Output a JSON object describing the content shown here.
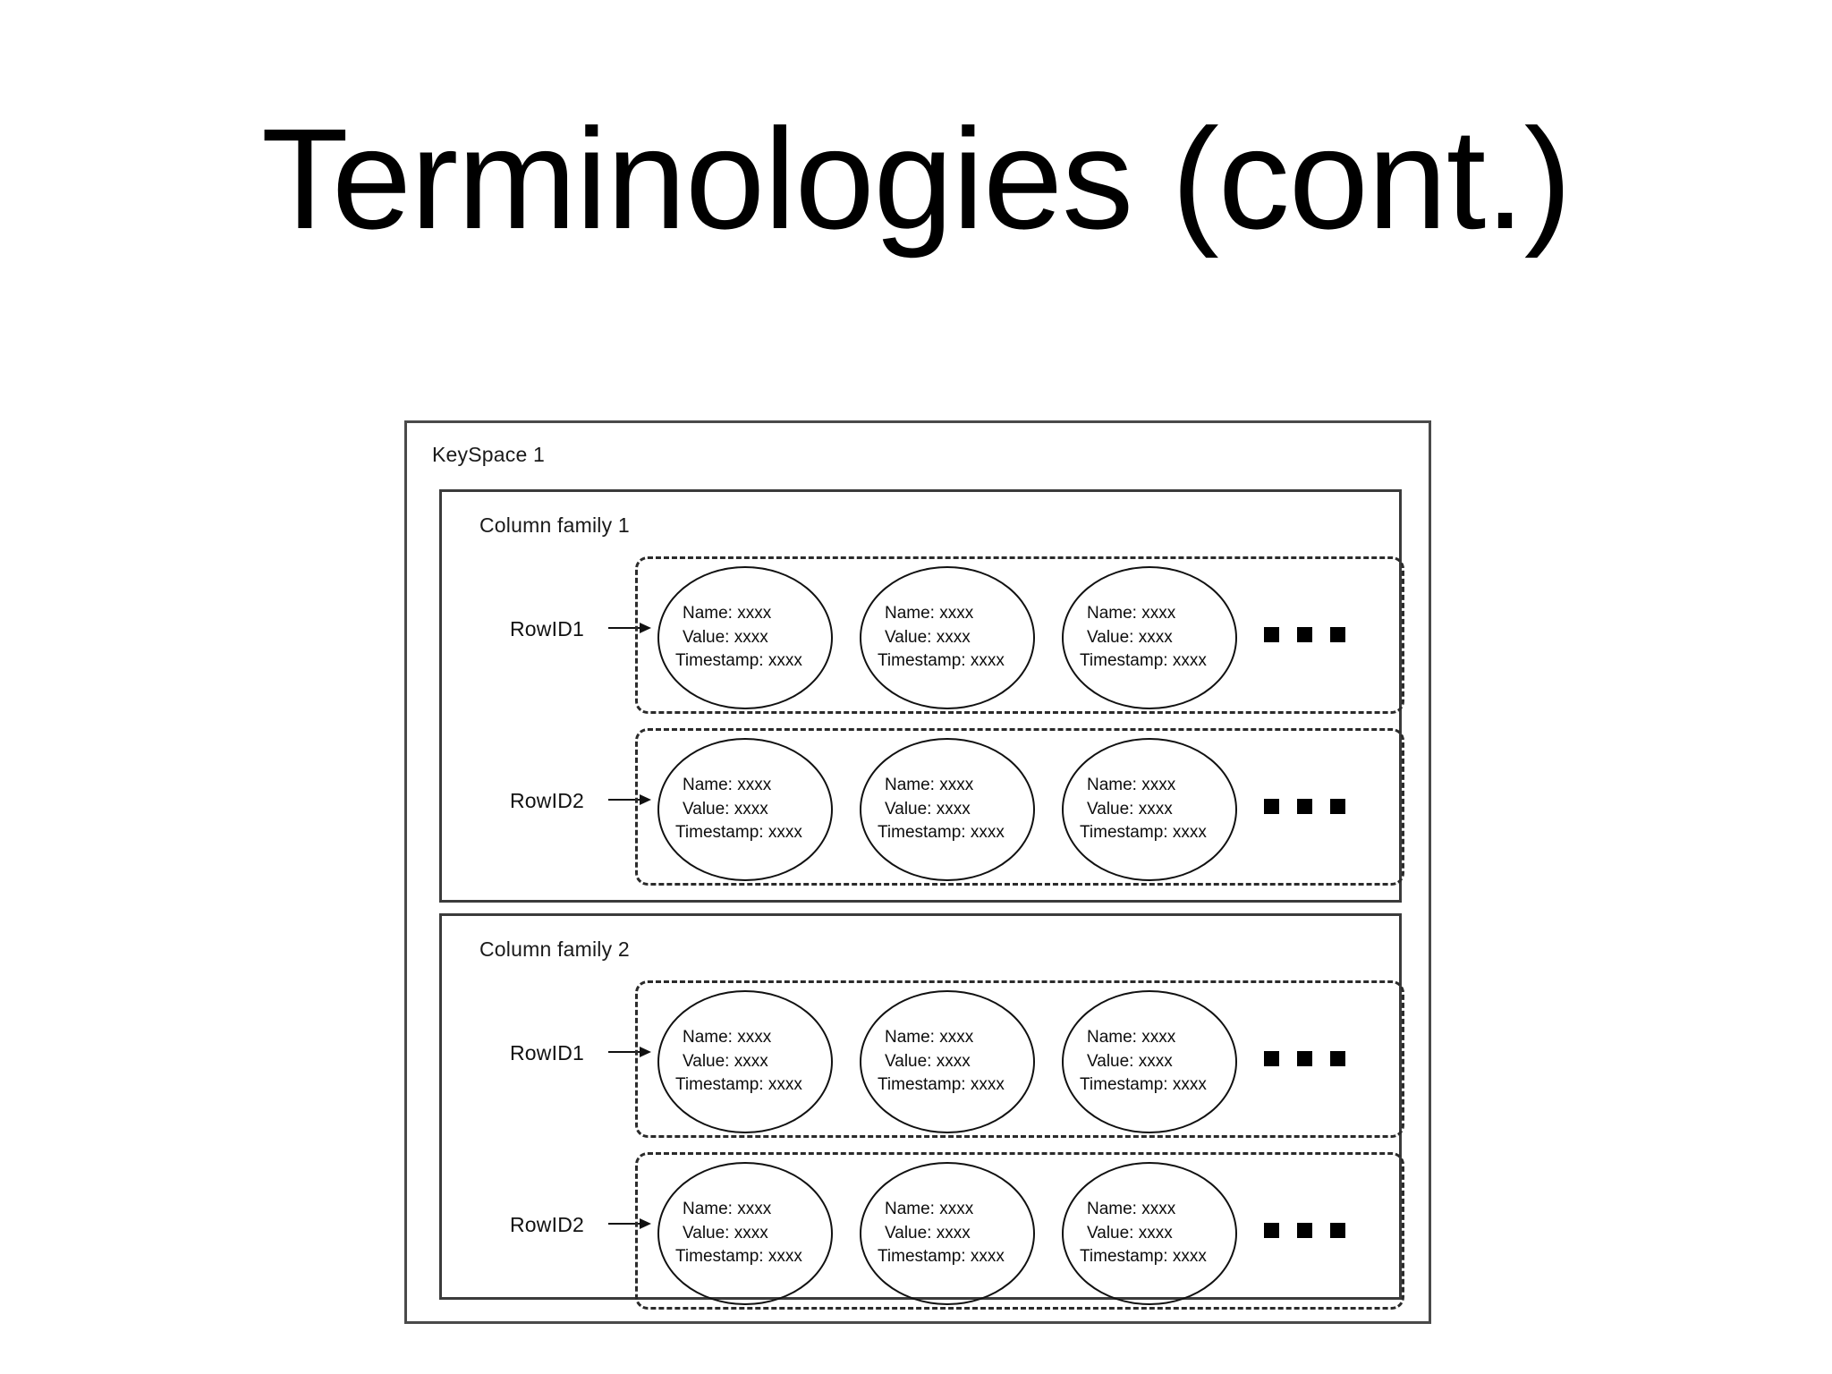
{
  "slide": {
    "title": "Terminologies (cont.)"
  },
  "diagram": {
    "keyspace_label": "KeySpace 1",
    "column_families": [
      {
        "label": "Column family 1",
        "rows": [
          {
            "row_label": "RowID1",
            "ellipsis": "three-squares",
            "cells": [
              {
                "name": "Name: xxxx",
                "value": "Value: xxxx",
                "timestamp": "Timestamp: xxxx"
              },
              {
                "name": "Name: xxxx",
                "value": "Value: xxxx",
                "timestamp": "Timestamp: xxxx"
              },
              {
                "name": "Name: xxxx",
                "value": "Value: xxxx",
                "timestamp": "Timestamp: xxxx"
              }
            ]
          },
          {
            "row_label": "RowID2",
            "ellipsis": "three-squares",
            "cells": [
              {
                "name": "Name: xxxx",
                "value": "Value: xxxx",
                "timestamp": "Timestamp: xxxx"
              },
              {
                "name": "Name: xxxx",
                "value": "Value: xxxx",
                "timestamp": "Timestamp: xxxx"
              },
              {
                "name": "Name: xxxx",
                "value": "Value: xxxx",
                "timestamp": "Timestamp: xxxx"
              }
            ]
          }
        ]
      },
      {
        "label": "Column family 2",
        "rows": [
          {
            "row_label": "RowID1",
            "ellipsis": "three-squares",
            "cells": [
              {
                "name": "Name: xxxx",
                "value": "Value: xxxx",
                "timestamp": "Timestamp: xxxx"
              },
              {
                "name": "Name: xxxx",
                "value": "Value: xxxx",
                "timestamp": "Timestamp: xxxx"
              },
              {
                "name": "Name: xxxx",
                "value": "Value: xxxx",
                "timestamp": "Timestamp: xxxx"
              }
            ]
          },
          {
            "row_label": "RowID2",
            "ellipsis": "three-squares",
            "cells": [
              {
                "name": "Name: xxxx",
                "value": "Value: xxxx",
                "timestamp": "Timestamp: xxxx"
              },
              {
                "name": "Name: xxxx",
                "value": "Value: xxxx",
                "timestamp": "Timestamp: xxxx"
              },
              {
                "name": "Name: xxxx",
                "value": "Value: xxxx",
                "timestamp": "Timestamp: xxxx"
              }
            ]
          }
        ]
      }
    ]
  },
  "colors": {
    "background": "#ffffff",
    "text": "#000000",
    "outer_border": "#4a4a4a",
    "inner_border": "#3b3b3b",
    "dashed_border": "#2b2b2b",
    "ellipse_border": "#111111",
    "ellipsis_square": "#000000"
  }
}
